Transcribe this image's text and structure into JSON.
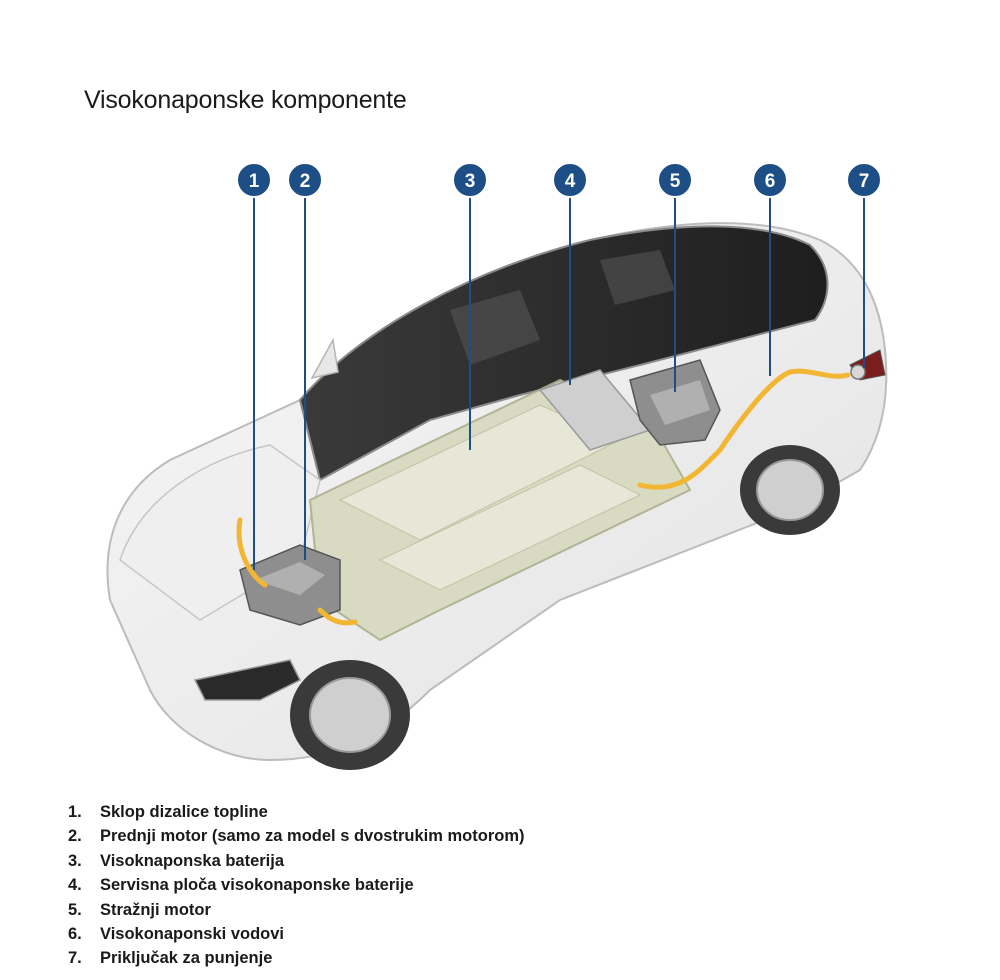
{
  "title": "Visokonaponske komponente",
  "components": [
    {
      "num": "1",
      "marker": "1.",
      "label": "Sklop dizalice topline"
    },
    {
      "num": "2",
      "marker": "2.",
      "label": "Prednji motor (samo za model s dvostrukim motorom)"
    },
    {
      "num": "3",
      "marker": "3.",
      "label": "Visoknaponska baterija"
    },
    {
      "num": "4",
      "marker": "4.",
      "label": "Servisna ploča visokonaponske baterije"
    },
    {
      "num": "5",
      "marker": "5.",
      "label": "Stražnji motor"
    },
    {
      "num": "6",
      "marker": "6.",
      "label": "Visokonaponski vodovi"
    },
    {
      "num": "7",
      "marker": "7.",
      "label": "Priključak za punjenje"
    }
  ],
  "colors": {
    "callout": "#1d4f86",
    "hv_cable": "#f2b632",
    "battery": "#d7d9bf"
  }
}
